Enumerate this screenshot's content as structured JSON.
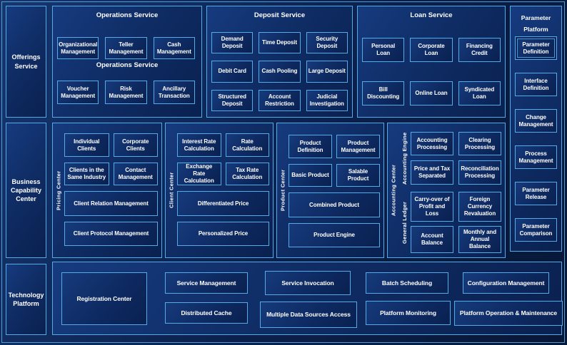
{
  "colors": {
    "accent": "#55aae8",
    "background": "#0a1f4a",
    "text": "#ffffff"
  },
  "left_rail": {
    "offerings": "Offerings Service",
    "business": "Business Capability Center",
    "technology": "Technology Platform"
  },
  "operations": {
    "title": "Operations Service",
    "mid_label": "Operations Service",
    "row1": [
      "Organizational Management",
      "Teller Management",
      "Cash Management"
    ],
    "row2": [
      "Voucher Management",
      "Risk Management",
      "Ancillary Transaction"
    ]
  },
  "deposit": {
    "title": "Deposit Service",
    "items": [
      "Demand Deposit",
      "Time Deposit",
      "Security Deposit",
      "Debit Card",
      "Cash Pooling",
      "Large Deposit",
      "Structured Deposit",
      "Account Restriction",
      "Judicial Investigation"
    ]
  },
  "loan": {
    "title": "Loan Service",
    "items": [
      "Personal Loan",
      "Corporate Loan",
      "Financing Credit",
      "Bill Discounting",
      "Online Loan",
      "Syndicated Loan"
    ]
  },
  "parameter_platform": {
    "title": "Parameter Platform",
    "items": [
      "Parameter Definition",
      "Interface Definition",
      "Change Management",
      "Process Management",
      "Parameter Release",
      "Parameter Comparison"
    ]
  },
  "pricing_center": {
    "label": "Pricing Center",
    "small": [
      "Individual Clients",
      "Corporate Clients",
      "Clients in the Same Industry",
      "Contact Management"
    ],
    "wide": [
      "Client Relation Management",
      "Client Protocol Management"
    ]
  },
  "client_center": {
    "label": "Client Center",
    "small": [
      "Interest Rate Calculation",
      "Rate Calculation",
      "Exchange Rate Calculation",
      "Tax Rate Calculation"
    ],
    "wide": [
      "Differentiated Price",
      "Personalized Price"
    ]
  },
  "product_center": {
    "label": "Product Center",
    "small": [
      "Product Definition",
      "Product Management",
      "Basic Product",
      "Salable Product"
    ],
    "wide": [
      "Combined Product",
      "Product Engine"
    ]
  },
  "accounting_center": {
    "label": "Accounting Center",
    "engine_label": "Accounting Engine",
    "ledger_label": "General Ledger",
    "engine_items": [
      "Accounting Processing",
      "Clearing Processing",
      "Price and Tax Separated",
      "Reconciliation Processing"
    ],
    "ledger_items": [
      "Carry-over of Profit and Loss",
      "Foreign Currency Revaluation",
      "Account Balance",
      "Monthly and Annual Balance"
    ]
  },
  "technology": {
    "registration": "Registration Center",
    "row1": [
      "Service Management",
      "Service Invocation",
      "Batch Scheduling",
      "Configuration Management"
    ],
    "row2": [
      "Distributed Cache",
      "Multiple Data Sources Access",
      "Platform Monitoring",
      "Platform Operation & Maintenance"
    ]
  }
}
